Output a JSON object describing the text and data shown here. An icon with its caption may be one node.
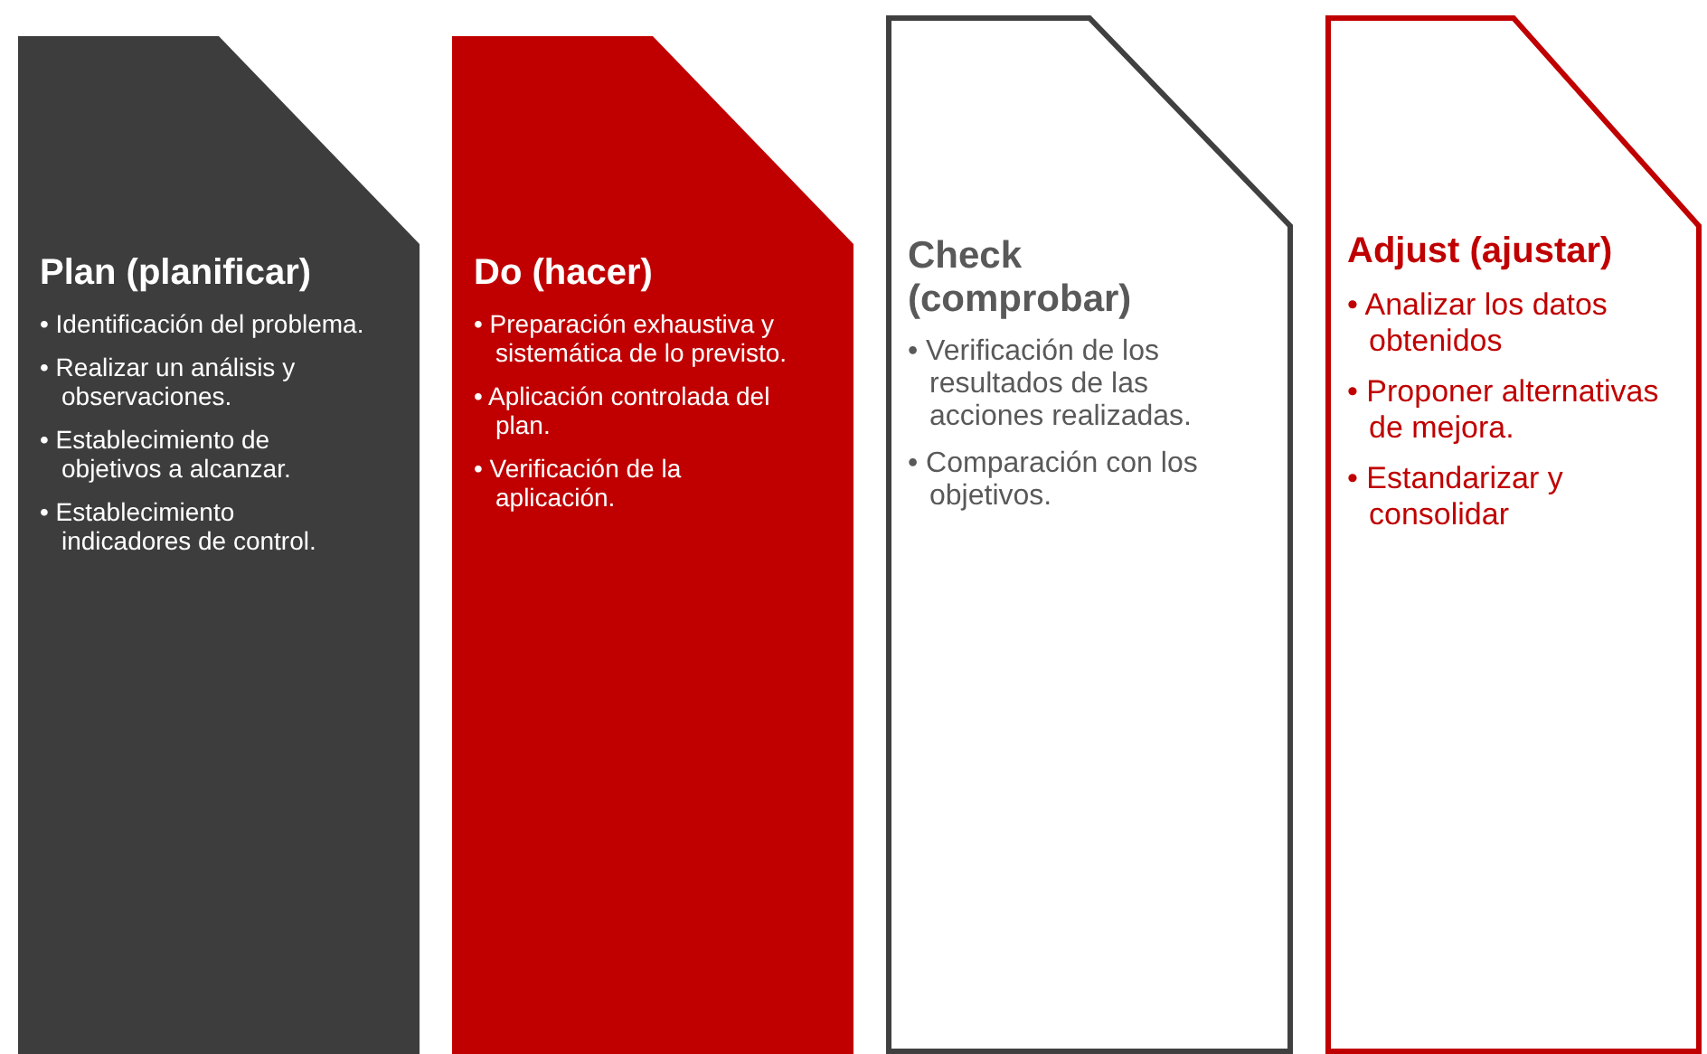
{
  "diagram": {
    "nodes": [
      {
        "text": [
          "Plan (planificar)",
          "• Identificación del problema.",
          "• Realizar un análisis y observaciones.",
          "• Establecimiento de objetivos a alcanzar.",
          "• Establecimiento indicadores de control."
        ]
      },
      {
        "text": [
          "Do (hacer)",
          "• Preparación exhaustiva y sistemática de lo previsto.",
          "• Aplicación controlada del plan.",
          "• Verificación de la aplicación."
        ]
      },
      {
        "text": [
          "Check (comprobar)",
          "• Verificación de los resultados de las acciones realizadas.",
          "• Comparación con los objetivos."
        ]
      },
      {
        "text": [
          "Adjust (ajustar)",
          "• Analizar los datos obtenidos",
          "• Proponer alternativas de mejora.",
          "• Estandarizar y consolidar"
        ]
      }
    ]
  }
}
